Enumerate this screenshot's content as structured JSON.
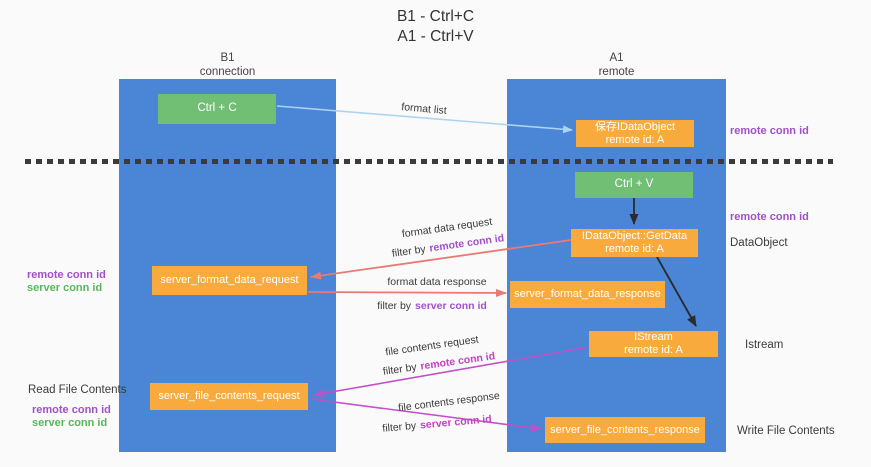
{
  "title": {
    "line1": "B1 - Ctrl+C",
    "line2": "A1 - Ctrl+V"
  },
  "lanes": {
    "left": {
      "title": "B1",
      "subtitle": "connection"
    },
    "right": {
      "title": "A1",
      "subtitle": "remote"
    }
  },
  "nodes": {
    "ctrl_c": {
      "label": "Ctrl + C"
    },
    "ctrl_v": {
      "label": "Ctrl + V"
    },
    "save_idataobject": {
      "line1": "保存IDataObject",
      "line2": "remote id: A"
    },
    "getdata": {
      "line1": "IDataObject::GetData",
      "line2": "remote id: A"
    },
    "istream": {
      "line1": "IStream",
      "line2": "remote id: A"
    },
    "server_format_data_request": {
      "label": "server_format_data_request"
    },
    "server_format_data_response": {
      "label": "server_format_data_response"
    },
    "server_file_contents_request": {
      "label": "server_file_contents_request"
    },
    "server_file_contents_response": {
      "label": "server_file_contents_response"
    }
  },
  "edge_labels": {
    "format_list": "format list",
    "format_data_request": "format data request",
    "format_data_response": "format data response",
    "file_contents_request": "file contents request",
    "file_contents_response": "file contents response",
    "filter_by": "filter by",
    "remote_conn_id": "remote conn id",
    "server_conn_id": "server conn id"
  },
  "annotations": {
    "remote_conn_id_top_right": "remote conn id",
    "remote_conn_id_mid_right": "remote conn id",
    "dataobject_right": "DataObject",
    "istream_right": "Istream",
    "write_file_contents": "Write File Contents",
    "read_file_contents": "Read File Contents",
    "remote_conn_id_left_upper": "remote conn id",
    "server_conn_id_left_upper": "server conn id",
    "remote_conn_id_left_lower": "remote conn id",
    "server_conn_id_left_lower": "server conn id"
  },
  "colors": {
    "background": "#fafafa",
    "lane_blue": "#4a85d6",
    "node_green": "#71bf74",
    "node_orange": "#f8ab3c",
    "purple_label": "#a150c8",
    "magenta_label": "#c341c3",
    "server_green_label": "#56b75c",
    "arrow_light_blue": "#aad4f2",
    "arrow_salmon": "#e87a72",
    "arrow_magenta": "#c44fc8",
    "arrow_black": "#2b2b2b",
    "divider_black": "#3b3b3b"
  }
}
